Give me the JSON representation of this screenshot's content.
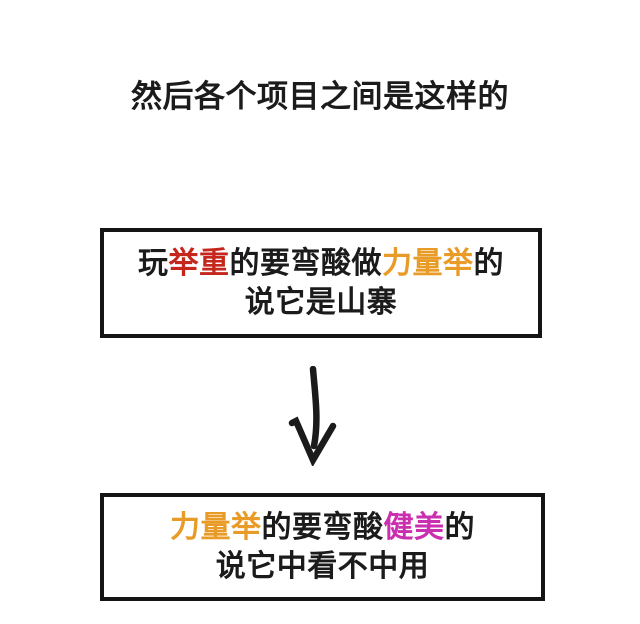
{
  "page": {
    "background": "#ffffff",
    "title": "然后各个项目之间是这样的"
  },
  "colors": {
    "text": "#1b1b1b",
    "red": "#c5271d",
    "orange": "#e99b27",
    "magenta": "#ca2fb0",
    "border": "#141414",
    "arrow": "#1b1b1b"
  },
  "box1": {
    "line1": [
      {
        "text": "玩",
        "color": "text"
      },
      {
        "text": "举重",
        "color": "red"
      },
      {
        "text": "的要弯酸做",
        "color": "text"
      },
      {
        "text": "力量举",
        "color": "orange"
      },
      {
        "text": "的",
        "color": "text"
      }
    ],
    "line2": "说它是山寨"
  },
  "arrow": {
    "icon": "hand-drawn-down-arrow",
    "direction": "down"
  },
  "box2": {
    "line1": [
      {
        "text": "力量举",
        "color": "orange"
      },
      {
        "text": "的要弯酸",
        "color": "text"
      },
      {
        "text": "健美",
        "color": "magenta"
      },
      {
        "text": "的",
        "color": "text"
      }
    ],
    "line2": "说它中看不中用"
  }
}
